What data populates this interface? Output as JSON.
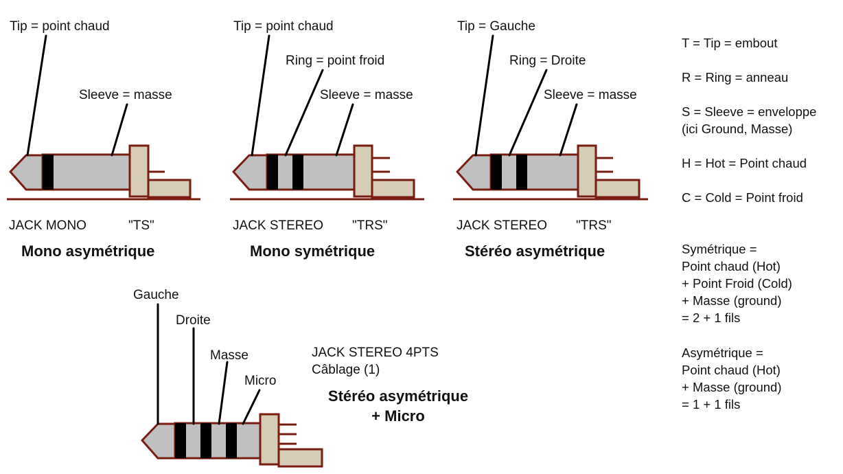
{
  "colors": {
    "outline": "#7a1c10",
    "metal": "#c0c0c0",
    "collar": "#d5ccb5",
    "ring_band": "#000000",
    "leader": "#000000",
    "background": "#ffffff"
  },
  "diagrams": {
    "mono_ts": {
      "tip_label": "Tip = point chaud",
      "sleeve_label": "Sleeve = masse",
      "connector_name": "JACK MONO",
      "connector_code": "\"TS\"",
      "title": "Mono asymétrique"
    },
    "mono_trs": {
      "tip_label": "Tip = point chaud",
      "ring_label": "Ring = point froid",
      "sleeve_label": "Sleeve = masse",
      "connector_name": "JACK STEREO",
      "connector_code": "\"TRS\"",
      "title": "Mono symétrique"
    },
    "stereo_trs": {
      "tip_label": "Tip = Gauche",
      "ring_label": "Ring = Droite",
      "sleeve_label": "Sleeve = masse",
      "connector_name": "JACK STEREO",
      "connector_code": "\"TRS\"",
      "title": "Stéréo asymétrique"
    },
    "stereo_4pts": {
      "labels": [
        "Gauche",
        "Droite",
        "Masse",
        "Micro"
      ],
      "connector_name": "JACK STEREO 4PTS",
      "wiring": "Câblage (1)",
      "title_line1": "Stéréo asymétrique",
      "title_line2": "+ Micro"
    }
  },
  "legend": {
    "abbreviations": [
      "T = Tip = embout",
      "R = Ring = anneau",
      "S = Sleeve = enveloppe",
      "(ici Ground, Masse)",
      "H = Hot = Point chaud",
      "C = Cold = Point froid"
    ],
    "symmetric": [
      "Symétrique =",
      "Point chaud (Hot)",
      "+ Point Froid (Cold)",
      "+ Masse (ground)",
      "= 2 + 1 fils"
    ],
    "asymmetric": [
      "Asymétrique =",
      "Point chaud (Hot)",
      "+ Masse (ground)",
      "= 1 + 1 fils"
    ]
  }
}
